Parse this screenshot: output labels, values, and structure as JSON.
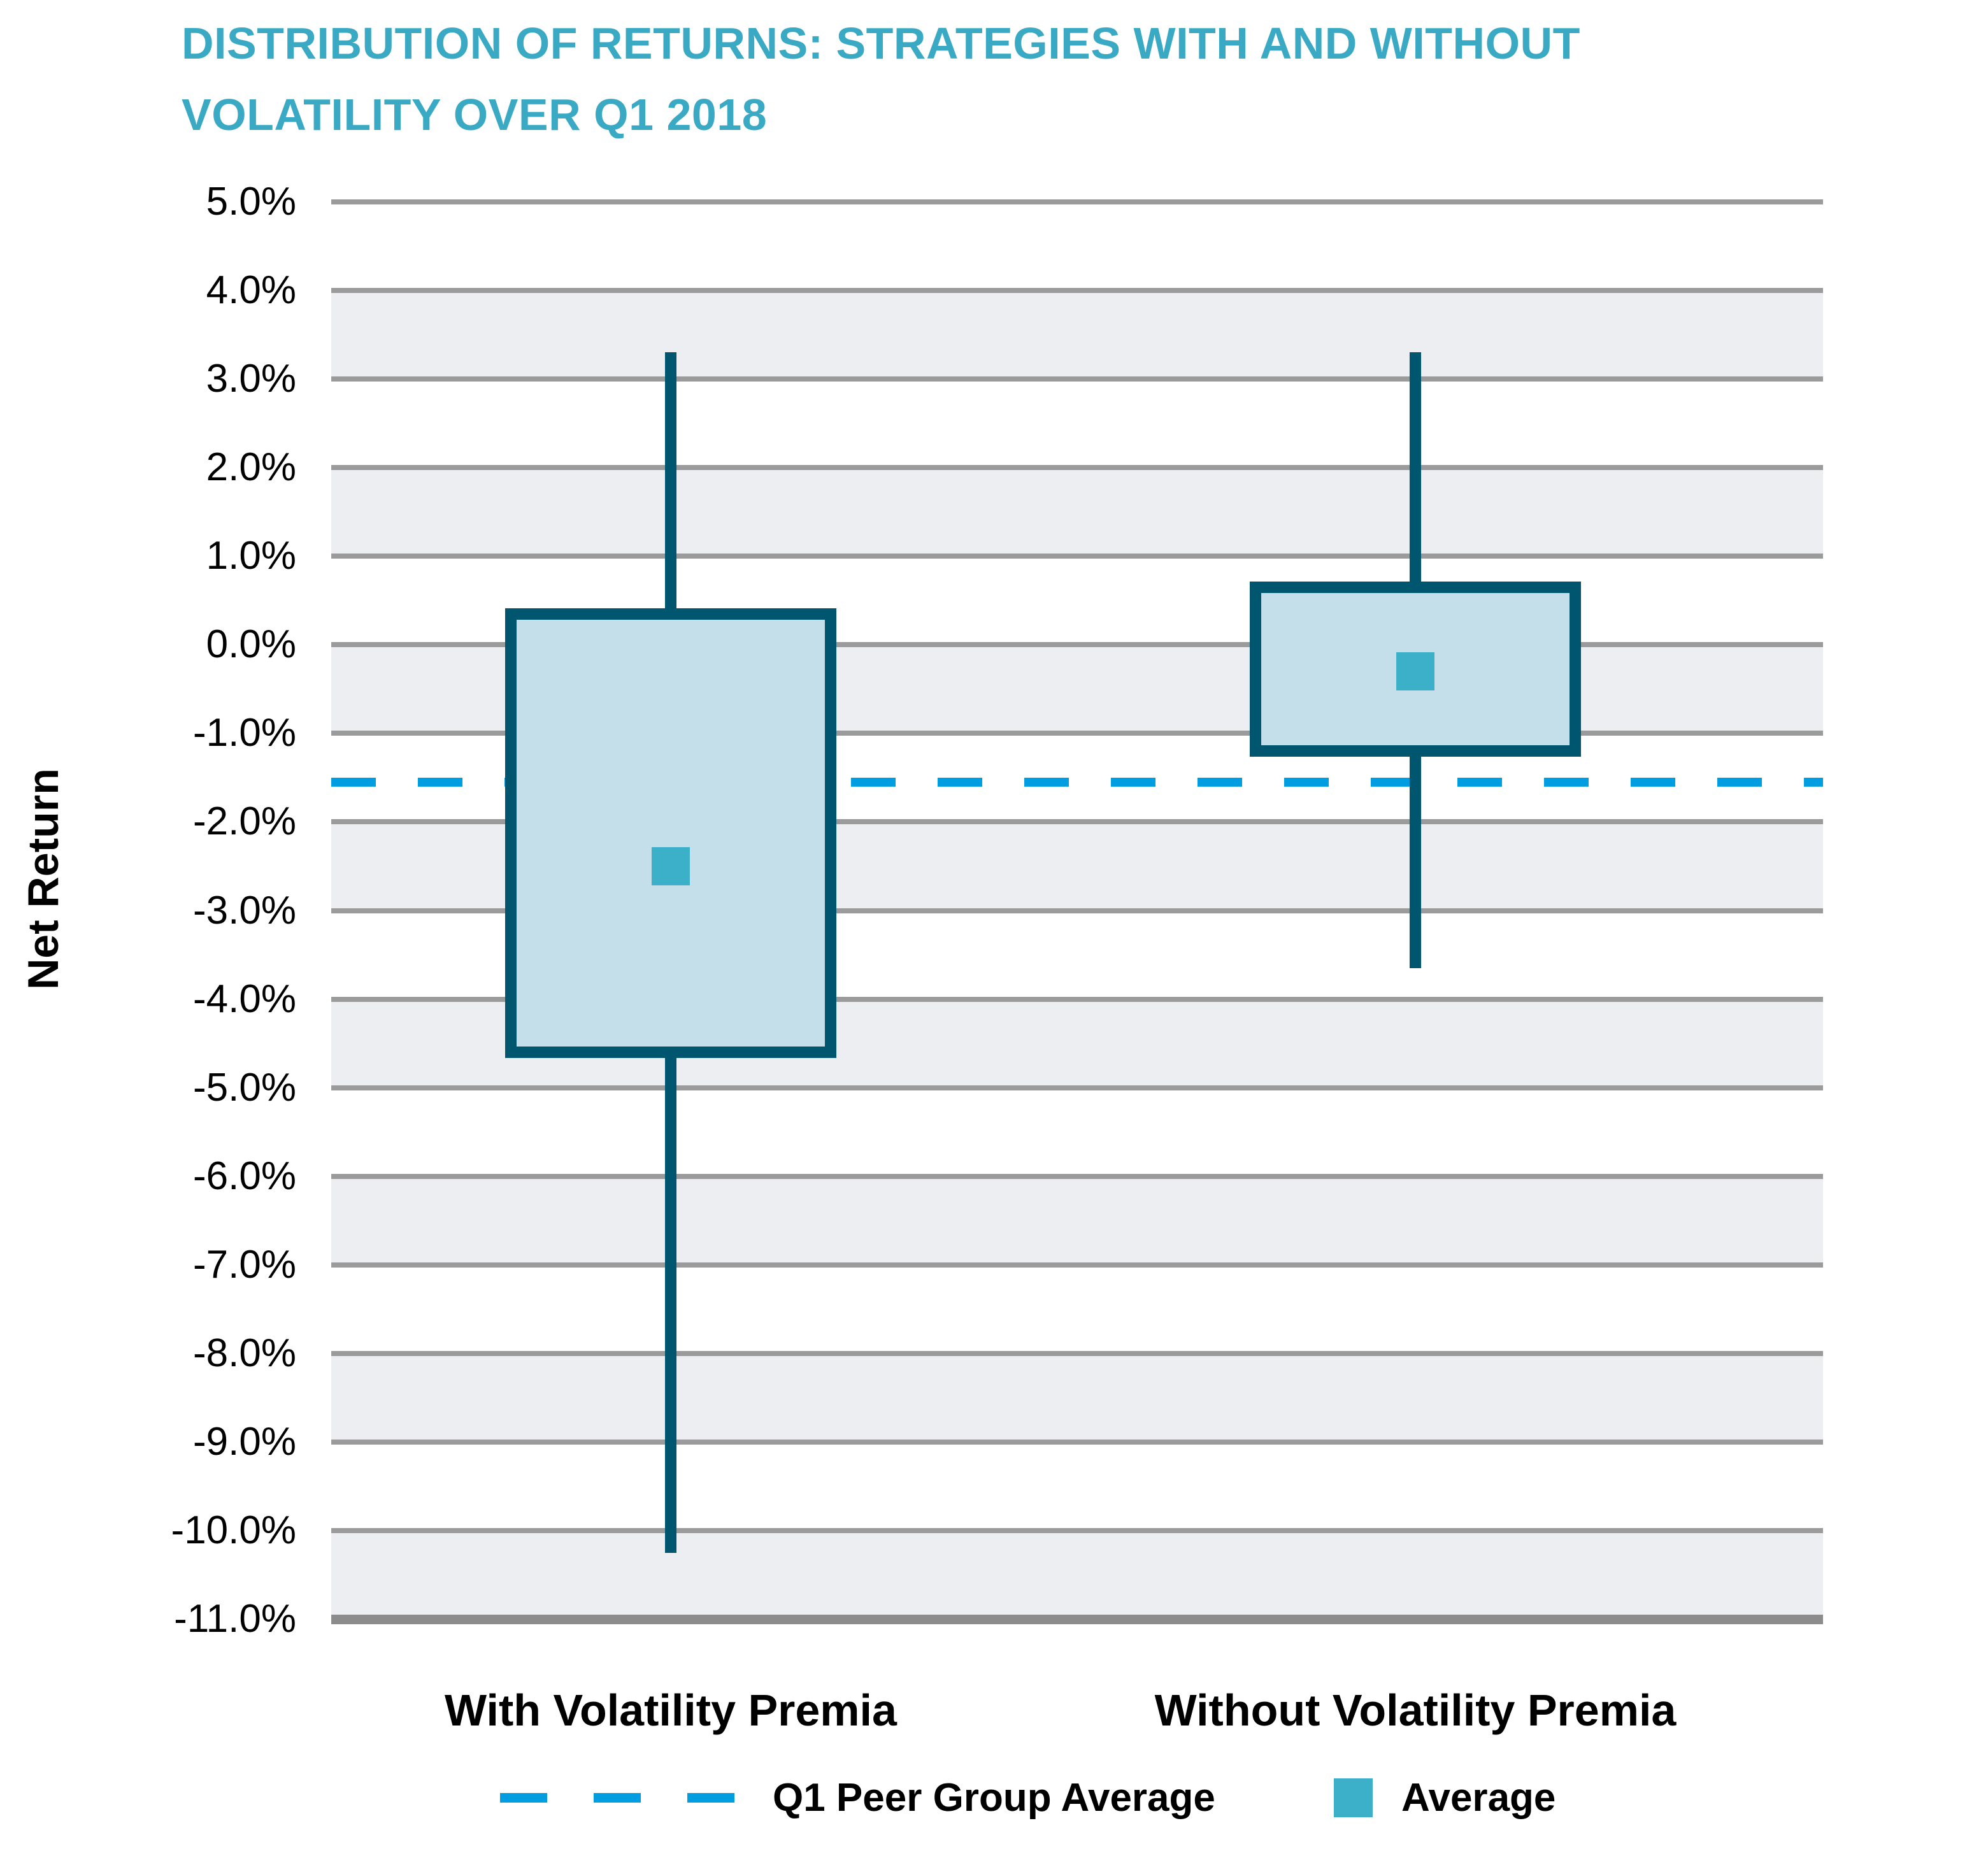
{
  "title": {
    "line1": "DISTRIBUTION OF RETURNS: STRATEGIES WITH AND WITHOUT",
    "line2": "VOLATILITY OVER Q1 2018"
  },
  "y_axis": {
    "label": "Net Return",
    "max": 5.0,
    "min": -11.0,
    "step": 1.0,
    "tick_suffix": "%"
  },
  "chart_data": {
    "type": "boxplot",
    "title": "DISTRIBUTION OF RETURNS: STRATEGIES WITH AND WITHOUT VOLATILITY OVER Q1 2018",
    "ylabel": "Net Return",
    "ylim": [
      -11.0,
      5.0
    ],
    "ytick_step": 1.0,
    "ytick_labels": [
      "5.0%",
      "4.0%",
      "3.0%",
      "2.0%",
      "1.0%",
      "0.0%",
      "-1.0%",
      "-2.0%",
      "-3.0%",
      "-4.0%",
      "-5.0%",
      "-6.0%",
      "-7.0%",
      "-8.0%",
      "-9.0%",
      "-10.0%",
      "-11.0%"
    ],
    "grid": "horizontal gridlines with alternating gray bands",
    "categories": [
      "With Volatility Premia",
      "Without Volatility Premia"
    ],
    "series": [
      {
        "name": "With Volatility Premia",
        "whisker_high": 3.3,
        "box_top": 0.35,
        "average": -2.5,
        "box_bottom": -4.6,
        "whisker_low": -10.25
      },
      {
        "name": "Without Volatility Premia",
        "whisker_high": 3.3,
        "box_top": 0.65,
        "average": -0.3,
        "box_bottom": -1.2,
        "whisker_low": -3.65
      }
    ],
    "reference_line": {
      "label": "Q1 Peer Group Average",
      "value": -1.55,
      "style": "dashed"
    },
    "legend": [
      {
        "label": "Q1 Peer Group Average",
        "swatch": "dashed-line"
      },
      {
        "label": "Average",
        "swatch": "square"
      }
    ],
    "legend_position": "bottom"
  },
  "colors": {
    "title": "#3AA9C4",
    "box_border": "#00556F",
    "box_fill": "#C5DFEA",
    "average_marker": "#3BB0C8",
    "peer_line": "#009EE0",
    "gridline": "#9B9B9B",
    "axis_line": "#8C8C8C",
    "band": "#EDEEF2",
    "text": "#000000"
  }
}
